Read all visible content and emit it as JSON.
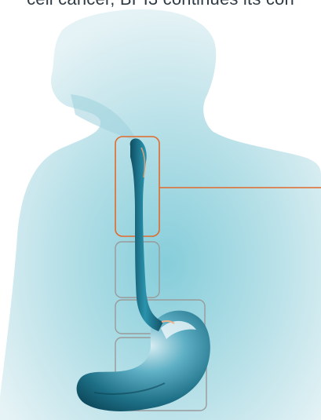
{
  "caption": {
    "text": "cell cancer, BPI3 continues its con"
  },
  "illustration": {
    "subject": "human torso silhouette with esophagus and stomach",
    "highlight_color": "#e06a2c",
    "silhouette_color": "#bfe3ea",
    "organ_color": "#1f7c93",
    "box_color": "#9a9a9a"
  },
  "regions": [
    {
      "name": "upper-esophagus",
      "highlighted": true
    },
    {
      "name": "middle-esophagus",
      "highlighted": false
    },
    {
      "name": "lower-esophagus",
      "highlighted": false
    },
    {
      "name": "stomach",
      "highlighted": false
    }
  ]
}
